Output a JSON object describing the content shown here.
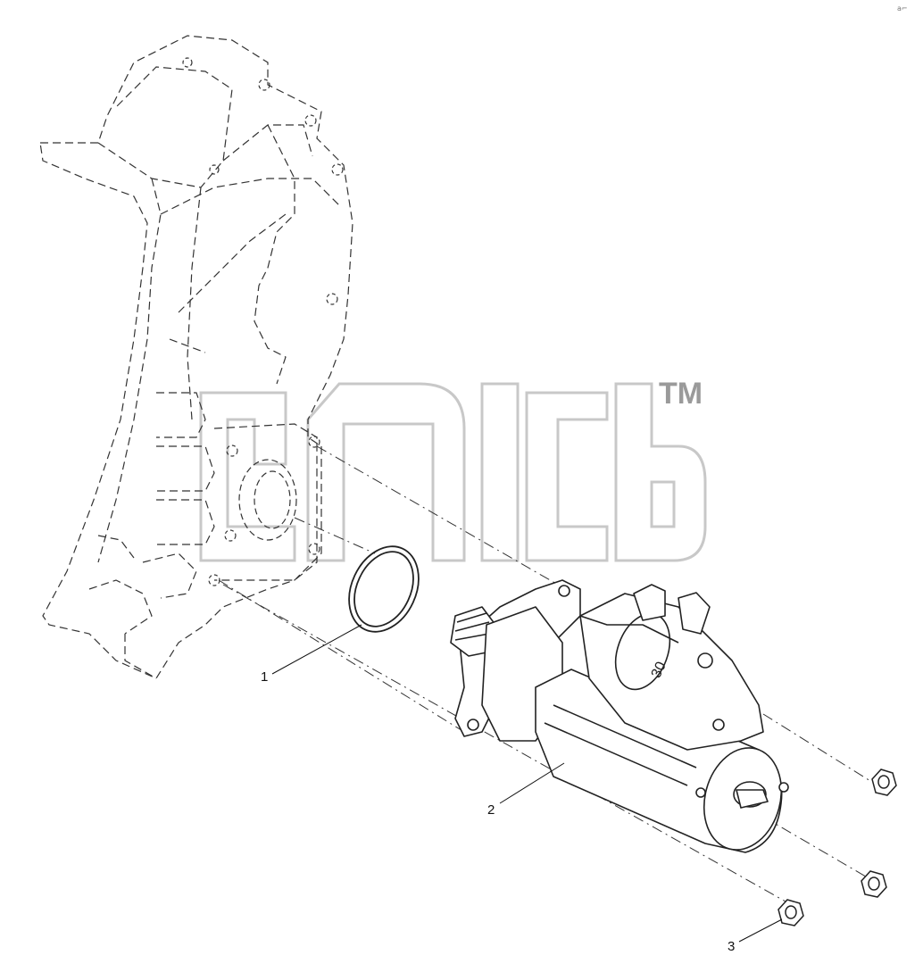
{
  "diagram": {
    "callouts": [
      {
        "id": "1",
        "label": "1"
      },
      {
        "id": "2",
        "label": "2"
      },
      {
        "id": "3",
        "label": "3"
      }
    ],
    "solenoid_marking": "30",
    "watermark": {
      "trademark": "TM"
    },
    "corner_mark": "a⌐"
  }
}
